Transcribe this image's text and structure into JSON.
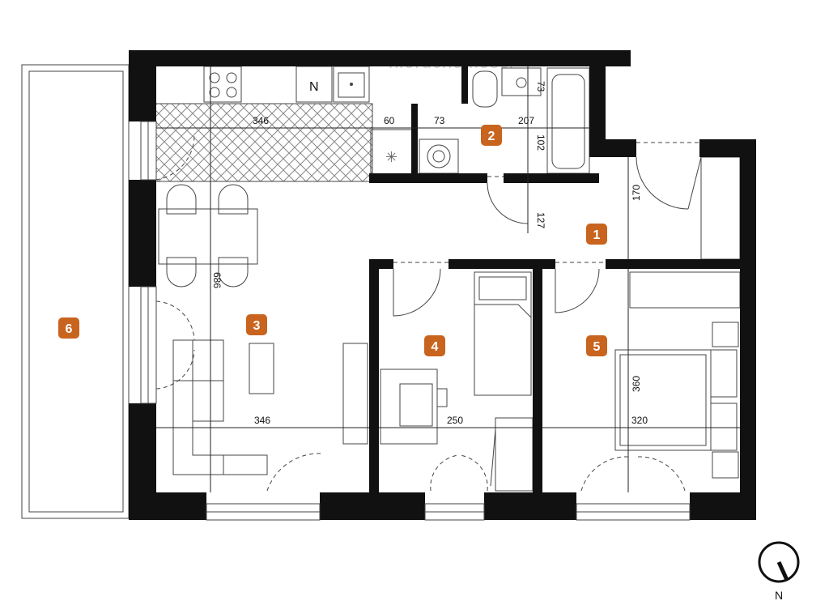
{
  "watermark": "nieruchomości",
  "rooms": [
    {
      "number": "1",
      "color": "#c8641e"
    },
    {
      "number": "2",
      "color": "#c8641e"
    },
    {
      "number": "3",
      "color": "#c8641e"
    },
    {
      "number": "4",
      "color": "#c8641e"
    },
    {
      "number": "5",
      "color": "#c8641e"
    },
    {
      "number": "6",
      "color": "#c8641e"
    }
  ],
  "dimensions": {
    "kitchen_width": "346",
    "kitchen_side": "60",
    "bath_left": "73",
    "bath_width": "207",
    "bath_top": "73",
    "bath_depth": "102",
    "hall_depth": "127",
    "hall_width": "170",
    "living_height": "686",
    "living_width": "346",
    "room4_width": "250",
    "room5_width": "320",
    "room5_height": "360"
  },
  "compass": {
    "label": "N",
    "icon": "north-arrow-icon"
  },
  "fixtures": {
    "fridge_letter": "N"
  }
}
